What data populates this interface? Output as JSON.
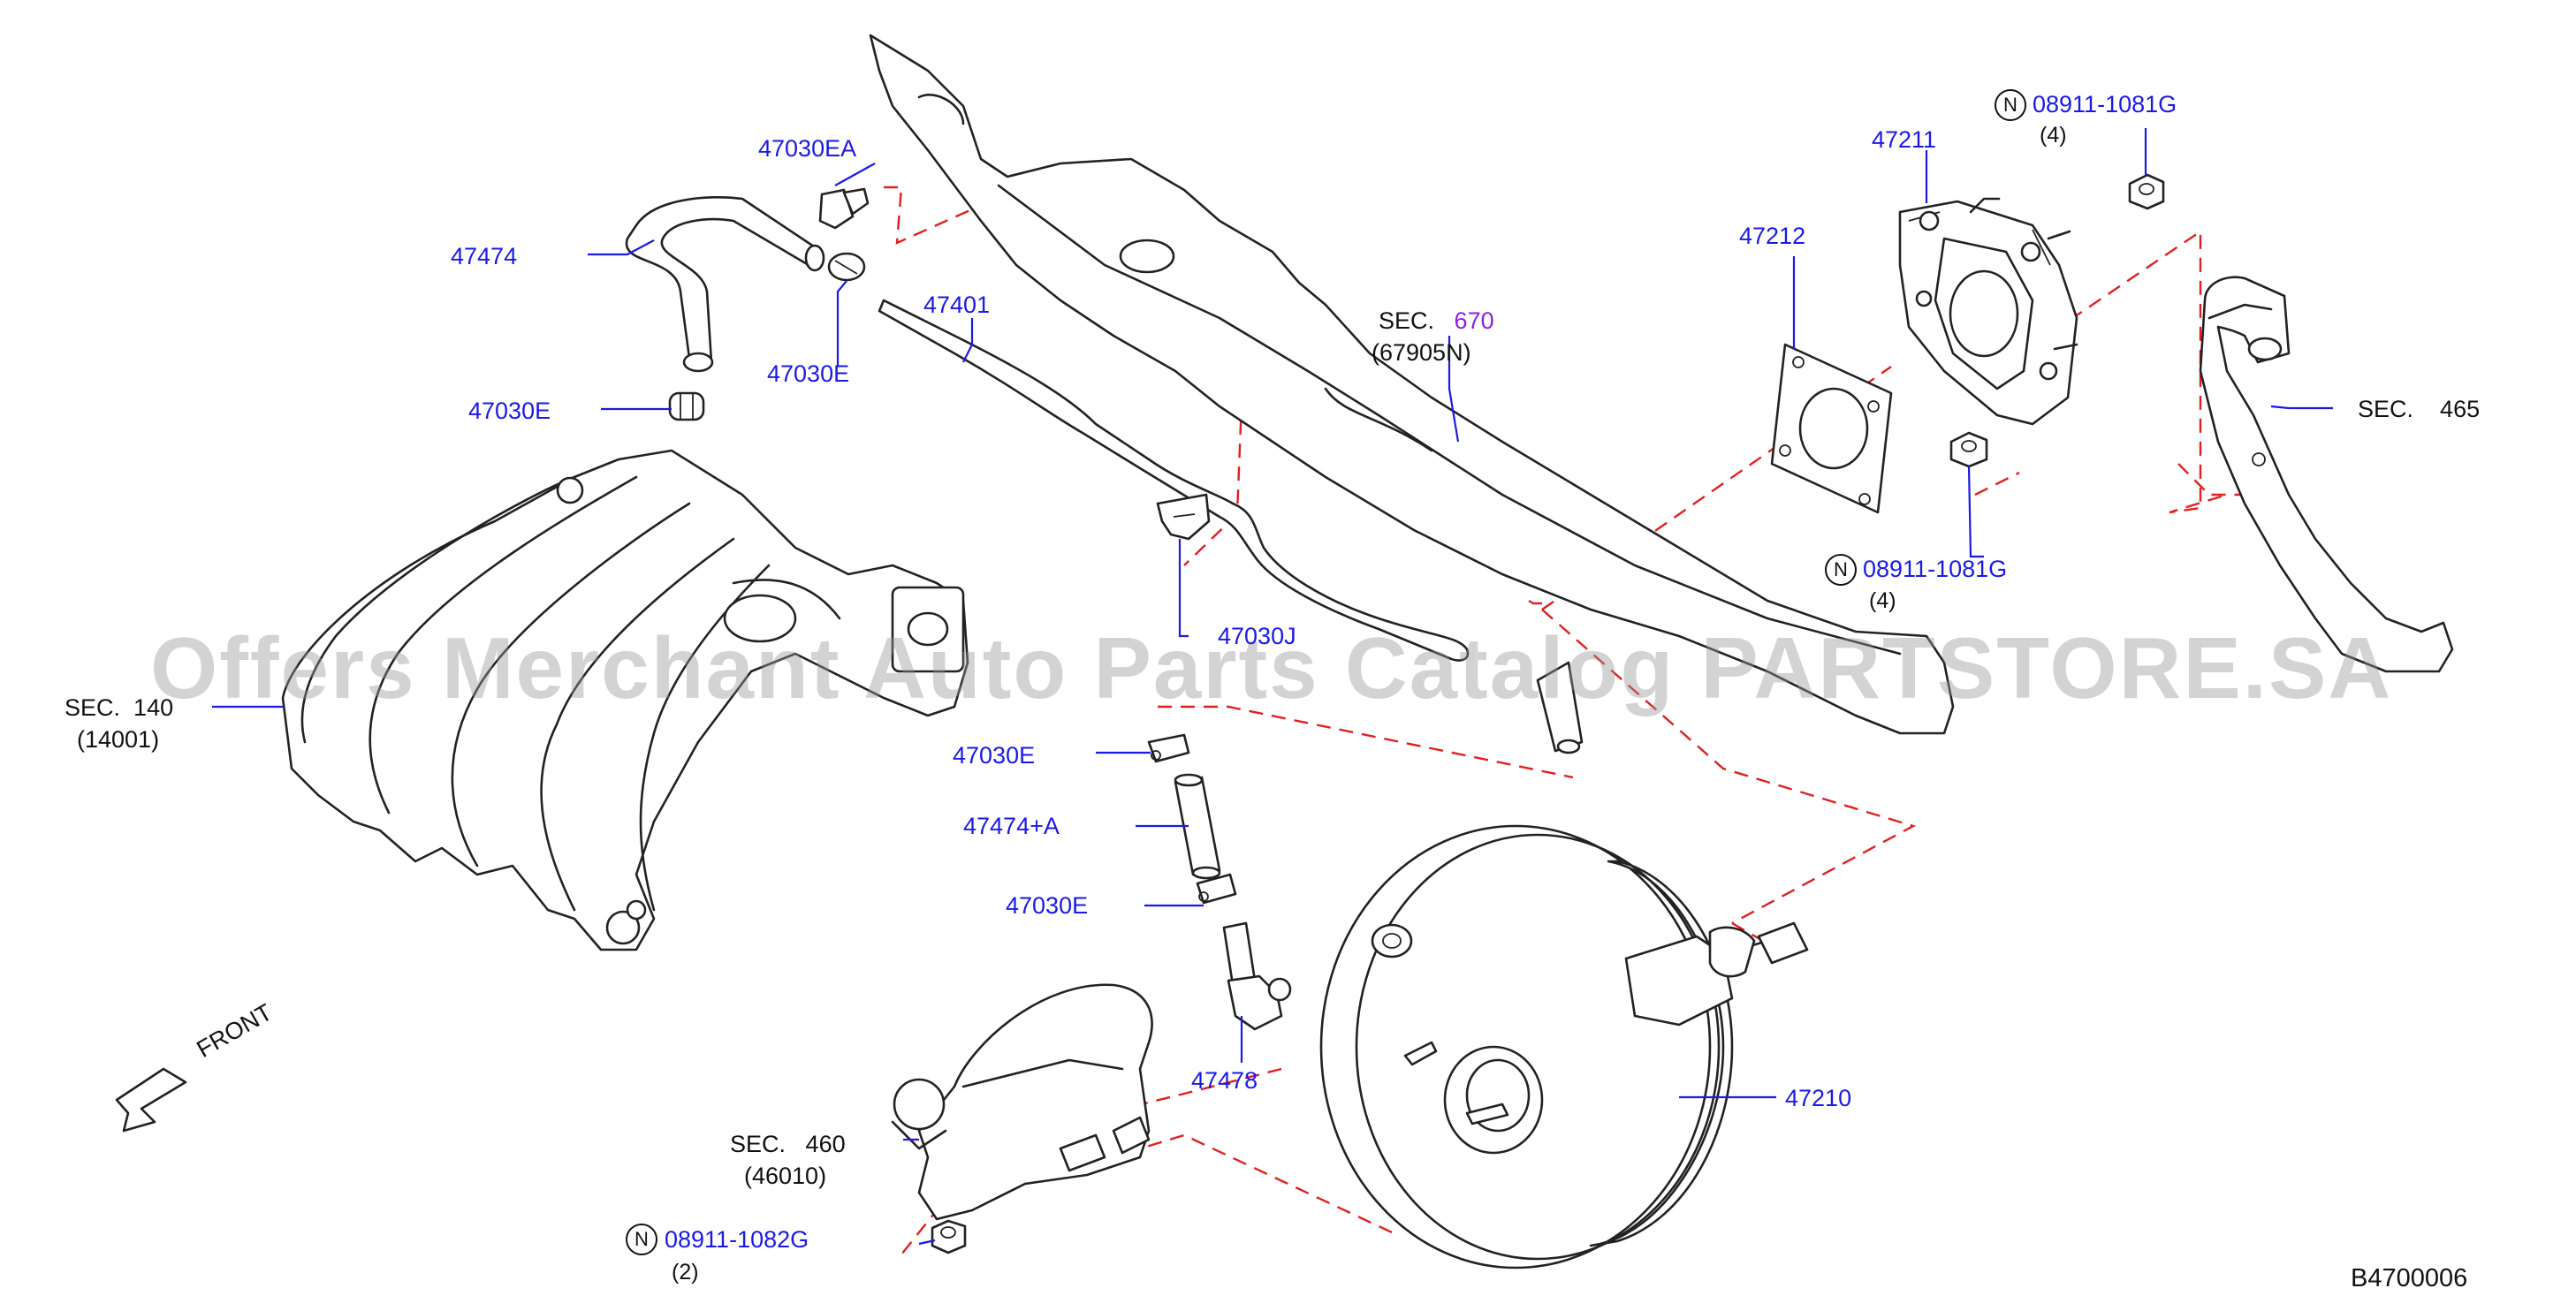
{
  "diagram_code": "B4700006",
  "watermark": "Offers Merchant Auto Parts Catalog PARTSTORE.SA",
  "front_label": "FRONT",
  "parts": {
    "p47030EA": "47030EA",
    "p47474": "47474",
    "p47030E_a": "47030E",
    "p47030E_b": "47030E",
    "p47401": "47401",
    "p47030J": "47030J",
    "p47030E_c": "47030E",
    "p47474A": "47474+A",
    "p47030E_d": "47030E",
    "p47478": "47478",
    "p47210": "47210",
    "p47212": "47212",
    "p47211": "47211"
  },
  "sections": {
    "sec140": {
      "label": "SEC.",
      "num": "140",
      "sub": "(14001)"
    },
    "sec670": {
      "label": "SEC.",
      "num": "670",
      "sub": "(67905N)"
    },
    "sec465": {
      "label": "SEC.",
      "num": "465"
    },
    "sec460": {
      "label": "SEC.",
      "num": "460",
      "sub": "(46010)"
    }
  },
  "fasteners": {
    "nut_top": {
      "mark": "N",
      "code": "08911-1081G",
      "qty": "(4)"
    },
    "nut_mid": {
      "mark": "N",
      "code": "08911-1081G",
      "qty": "(4)"
    },
    "nut_bottom": {
      "mark": "N",
      "code": "08911-1082G",
      "qty": "(2)"
    }
  },
  "colors": {
    "part_number": "#1a1ae6",
    "section_ref": "#111111",
    "highlight": "#8a1ee6",
    "dash_line": "#e02020"
  }
}
